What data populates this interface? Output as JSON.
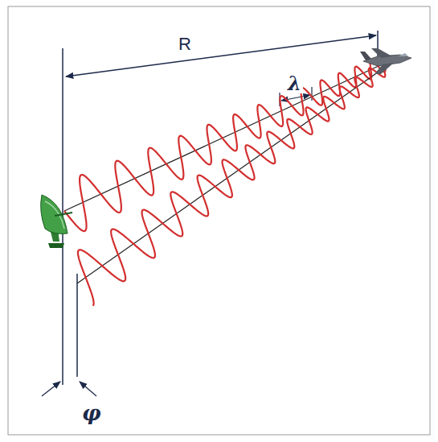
{
  "diagram": {
    "labels": [
      "R",
      "λ",
      "φ"
    ]
  }
}
